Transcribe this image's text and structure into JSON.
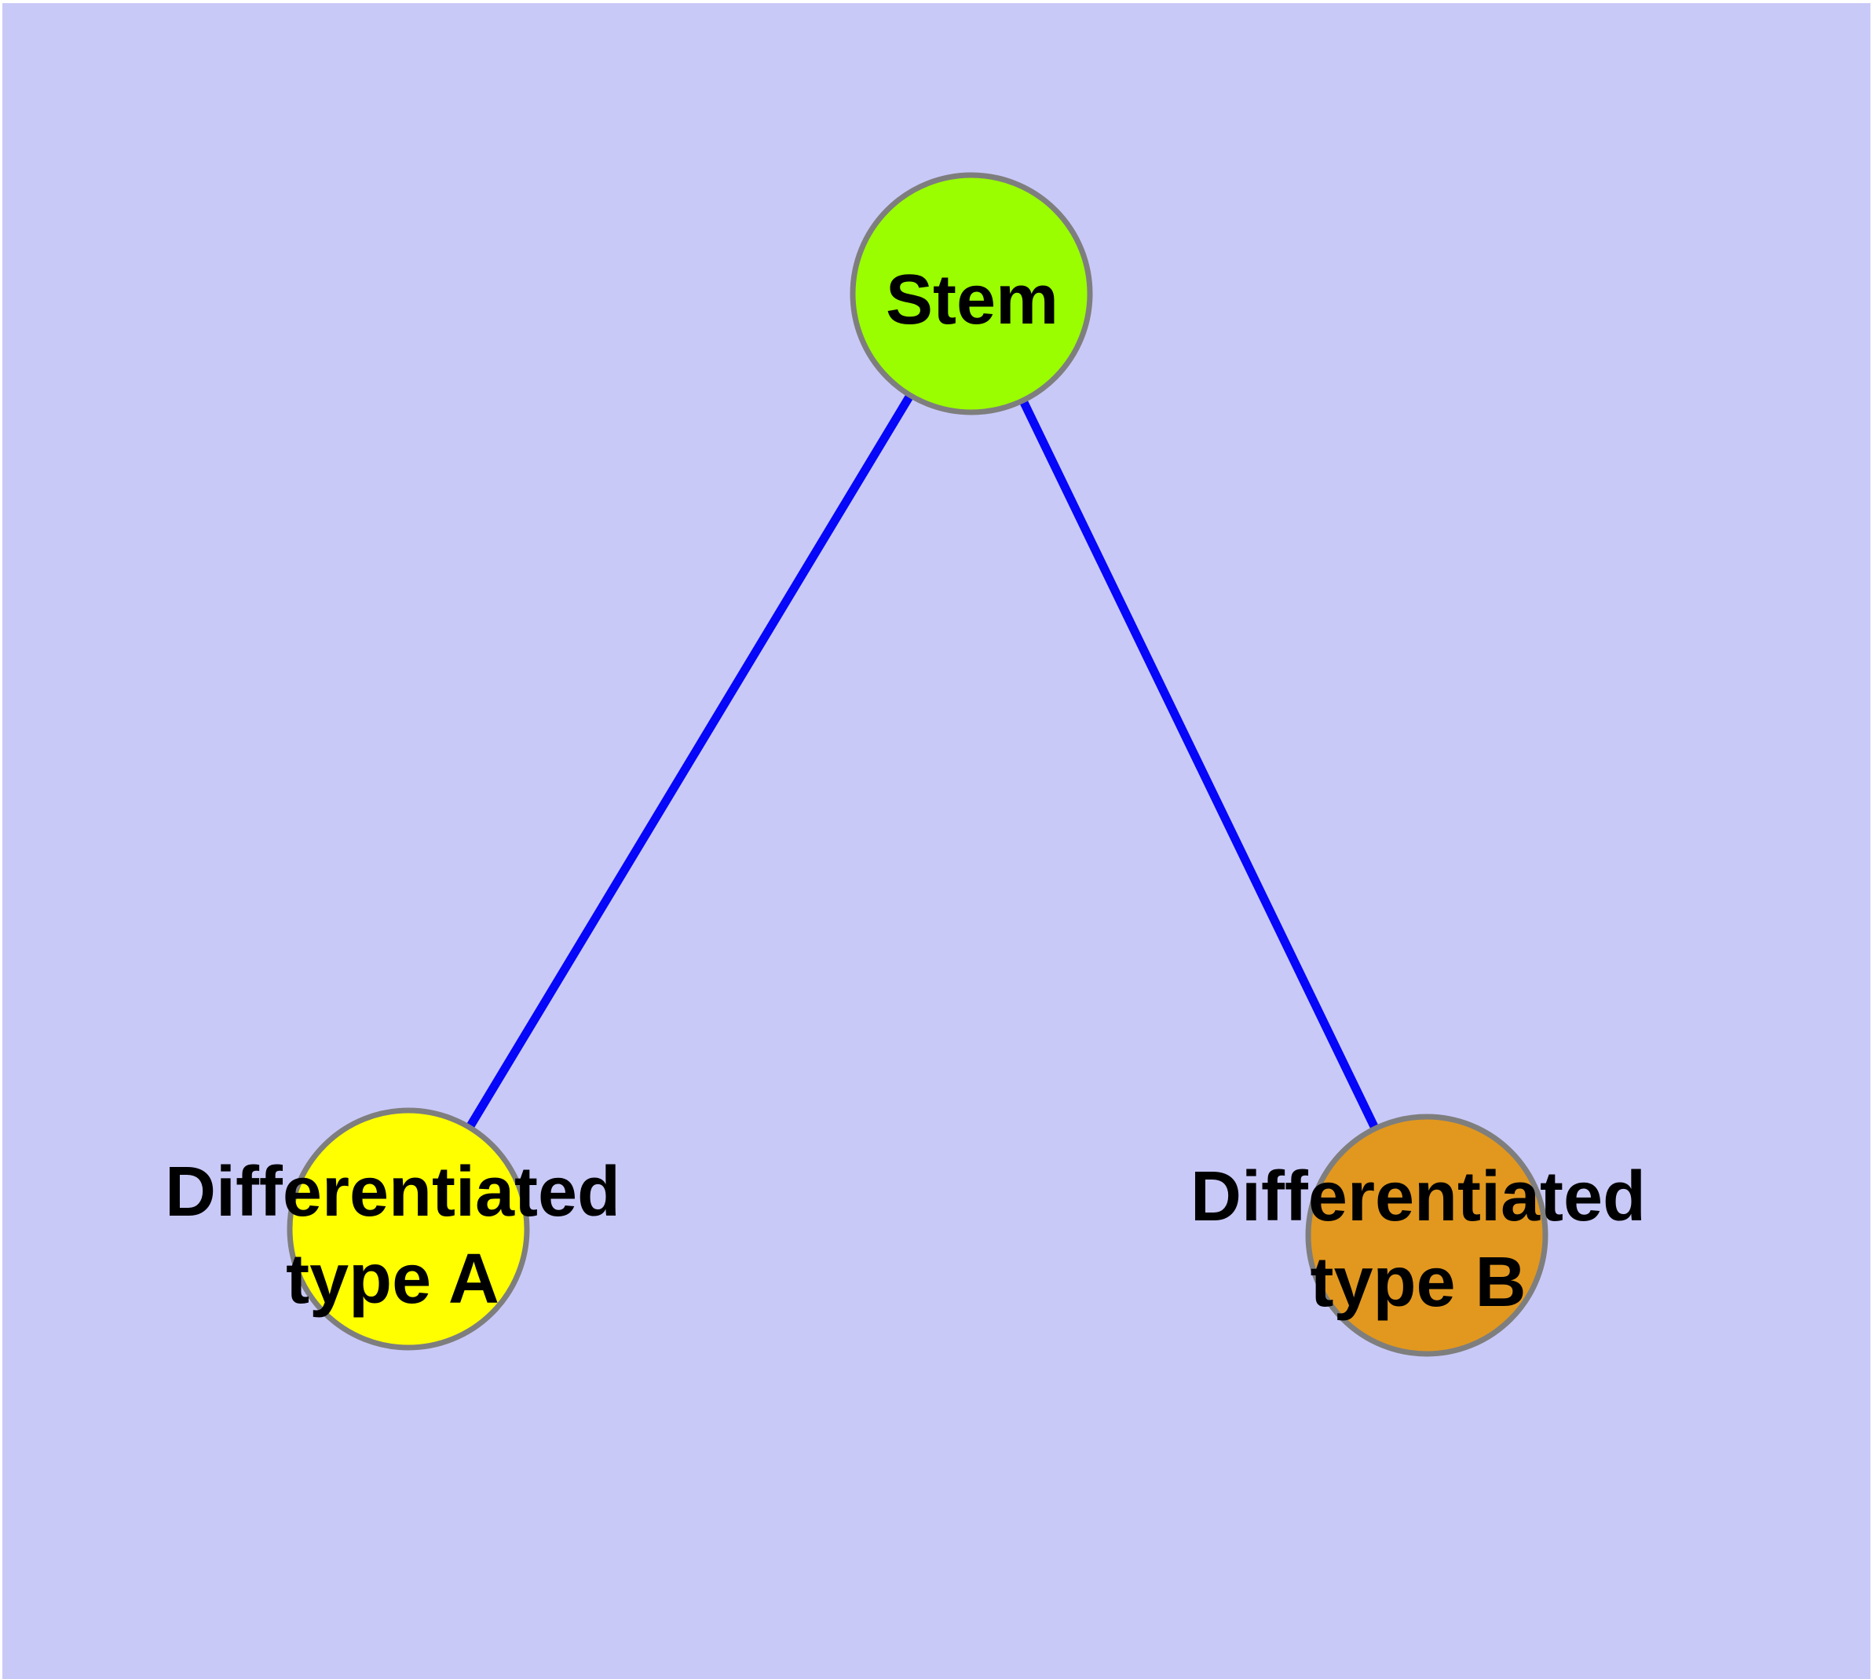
{
  "diagram": {
    "type": "graph",
    "description": "Stem cell differentiation graph: one stem node connected to two differentiated cell type nodes",
    "background_color": "#C9C9F8",
    "margin_color": "#FFFFFF",
    "edge_color": "#0606F9",
    "node_border_color": "#7E7E7E",
    "label_color": "#000000",
    "nodes": [
      {
        "id": "stem",
        "label": "Stem",
        "line1": "Stem",
        "line2": "",
        "fill": "#9AFE00"
      },
      {
        "id": "differentiated-type-a",
        "label": "Differentiated type A",
        "line1": "Differentiated",
        "line2": "type A",
        "fill": "#FFFF00"
      },
      {
        "id": "differentiated-type-b",
        "label": "Differentiated type B",
        "line1": "Differentiated",
        "line2": "type B",
        "fill": "#E2981E"
      }
    ],
    "edges": [
      {
        "from": "Stem",
        "to": "Differentiated type A"
      },
      {
        "from": "Stem",
        "to": "Differentiated type B"
      }
    ]
  }
}
